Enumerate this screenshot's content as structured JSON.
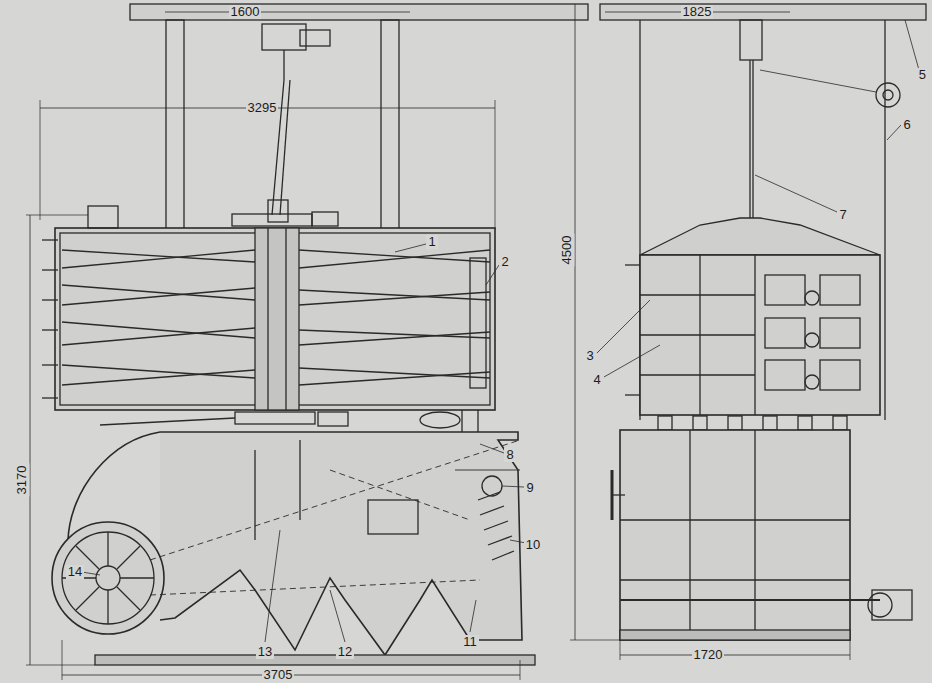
{
  "diagram": {
    "labels": [
      "1600",
      "3295",
      "3170",
      "4500",
      "1825",
      "5",
      "6",
      "7",
      "1",
      "2",
      "3",
      "4",
      "8",
      "9",
      "10",
      "11",
      "12",
      "13",
      "14",
      "3705",
      "1720"
    ]
  }
}
